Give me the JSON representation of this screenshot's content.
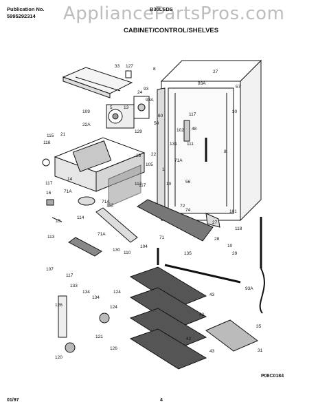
{
  "header": {
    "publication_label": "Publication No.",
    "publication_number": "5995292314",
    "model": "B30LSDS",
    "section_title": "CABINET/CONTROL/SHELVES",
    "watermark": "AppliancePartsPros.com"
  },
  "footer": {
    "date": "01/97",
    "page": "4",
    "reference_code": "P08C0184"
  },
  "callouts": [
    "33",
    "127",
    "8",
    "27",
    "93A",
    "57",
    "24",
    "93",
    "93A",
    "109",
    "5",
    "13",
    "60",
    "50",
    "117",
    "30",
    "22A",
    "102",
    "48",
    "21",
    "129",
    "131",
    "111",
    "115",
    "118",
    "25",
    "8",
    "22",
    "71A",
    "105",
    "1",
    "117",
    "117",
    "14",
    "117",
    "56",
    "10",
    "101",
    "71A",
    "112",
    "71A",
    "72",
    "74",
    "27",
    "118",
    "16",
    "114",
    "15",
    "71A",
    "71",
    "28",
    "10",
    "113",
    "104",
    "110",
    "29",
    "135",
    "130",
    "117",
    "107",
    "133",
    "134",
    "134",
    "124",
    "43",
    "93A",
    "126",
    "42",
    "124",
    "121",
    "35",
    "42",
    "126",
    "120",
    "43",
    "31"
  ]
}
